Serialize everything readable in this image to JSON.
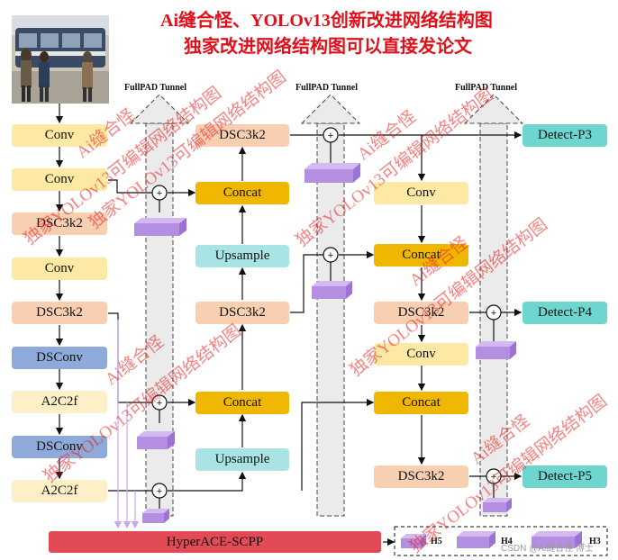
{
  "title": {
    "line1": "Ai缝合怪、YOLOv13创新改进网络结构图",
    "line2": "独家改进网络结构图可以直接发论文"
  },
  "tunnels": {
    "label1": "FullPAD Tunnel",
    "label2": "FullPAD Tunnel",
    "label3": "FullPAD Tunnel"
  },
  "backbone": {
    "b1": "Conv",
    "b2": "Conv",
    "b3": "DSC3k2",
    "b4": "Conv",
    "b5": "DSC3k2",
    "b6": "DSConv",
    "b7": "A2C2f",
    "b8": "DSConv",
    "b9": "A2C2f"
  },
  "neck_mid": {
    "dsc_top": "DSC3k2",
    "concat1": "Concat",
    "ups1": "Upsample",
    "dsc_mid": "DSC3k2",
    "concat2": "Concat",
    "ups2": "Upsample"
  },
  "neck_right": {
    "conv1": "Conv",
    "concat1": "Concat",
    "dsc1": "DSC3k2",
    "conv2": "Conv",
    "concat2": "Concat",
    "dsc2": "DSC3k2"
  },
  "heads": {
    "p3": "Detect-P3",
    "p4": "Detect-P4",
    "p5": "Detect-P5"
  },
  "hyperace": "HyperACE-SCPP",
  "legend": {
    "h5": "H5",
    "h4": "H4",
    "h3": "H3"
  },
  "plus_symbol": "+",
  "watermark": {
    "a": "Ai缝合怪",
    "b": "独家YOLOv13可编辑网络结构图"
  },
  "credit": "CSDN @Ai缝合怪 博士",
  "colors": {
    "conv": "#fde9a4",
    "dsc3k2": "#f8cfb1",
    "dsconv": "#8eaadb",
    "a2c2f": "#fdf0c8",
    "concat": "#efb700",
    "upsample": "#a9e3e3",
    "detect": "#6fd6cf",
    "hyperace": "#e24a56",
    "feature_block": "#b48ee0",
    "title": "#e0101a"
  }
}
